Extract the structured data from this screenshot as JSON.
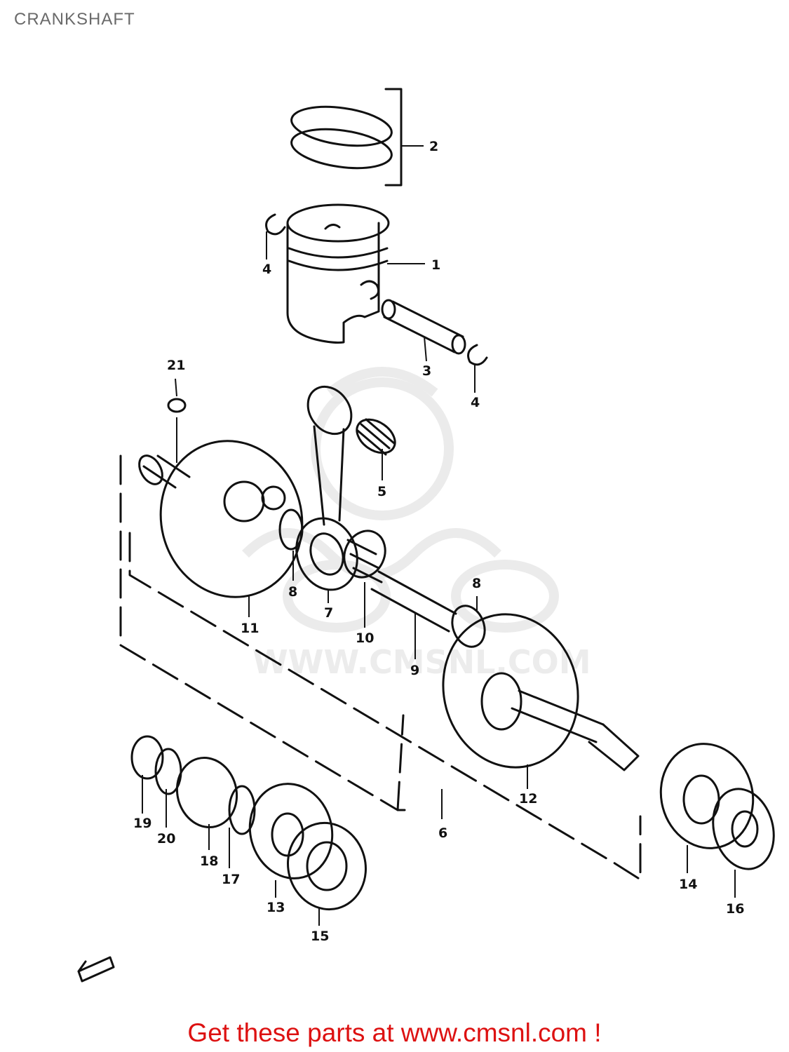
{
  "page_title": "CRANKSHAFT",
  "watermark": {
    "text": "WWW.CMSNL.COM"
  },
  "parts": [
    {
      "number": "1"
    },
    {
      "number": "2"
    },
    {
      "number": "3"
    },
    {
      "number": "4"
    },
    {
      "number": "4"
    },
    {
      "number": "5"
    },
    {
      "number": "6"
    },
    {
      "number": "7"
    },
    {
      "number": "8"
    },
    {
      "number": "8"
    },
    {
      "number": "9"
    },
    {
      "number": "10"
    },
    {
      "number": "11"
    },
    {
      "number": "12"
    },
    {
      "number": "13"
    },
    {
      "number": "14"
    },
    {
      "number": "15"
    },
    {
      "number": "16"
    },
    {
      "number": "17"
    },
    {
      "number": "18"
    },
    {
      "number": "19"
    },
    {
      "number": "20"
    },
    {
      "number": "21"
    }
  ],
  "footer": {
    "link_text": "Get these parts at www.cmsnl.com !"
  },
  "colors": {
    "line": "#111111",
    "title": "#6a6a6a",
    "footer": "#dd1111",
    "watermark": "#ececec"
  }
}
